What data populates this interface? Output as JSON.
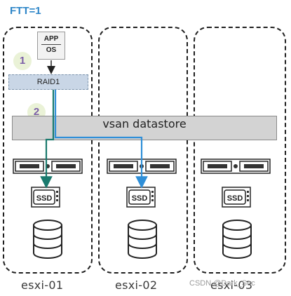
{
  "title": "FTT=1",
  "app": {
    "top_label": "APP",
    "bottom_label": "OS"
  },
  "raid_label": "RAID1",
  "datastore_label": "vsan datastore",
  "steps": [
    "1",
    "2"
  ],
  "hosts": [
    {
      "name": "esxi-01"
    },
    {
      "name": "esxi-02"
    },
    {
      "name": "esxi-03"
    }
  ],
  "disk_label": "SSD",
  "watermark": "CSDN @Dark_Sec",
  "colors": {
    "title": "#2e86c8",
    "path_teal": "#1a7a6e",
    "path_blue": "#2f8fd8",
    "raid_fill": "#c9d6e6",
    "datastore_fill": "#d3d3d3",
    "step_fill": "#eaf2d7",
    "step_text": "#7b5ea7"
  },
  "icons": [
    "server-icon",
    "ssd-icon",
    "database-icon",
    "arrow-down-icon"
  ]
}
